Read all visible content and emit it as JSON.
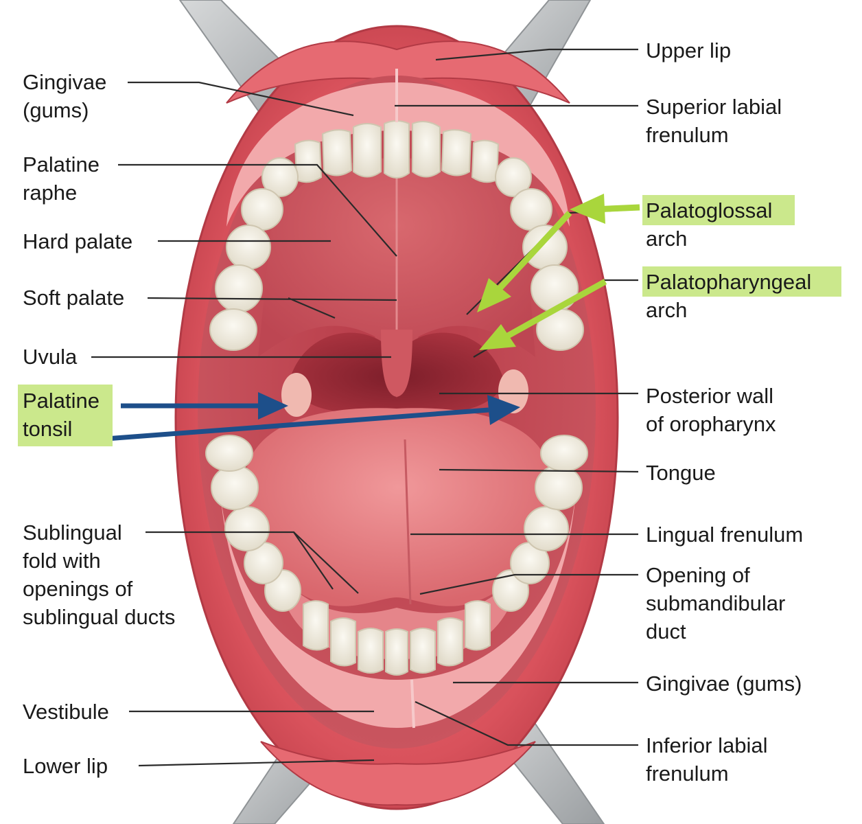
{
  "labels": {
    "gingivae_upper": "Gingivae\n(gums)",
    "palatine_raphe": "Palatine\nraphe",
    "hard_palate": "Hard palate",
    "soft_palate": "Soft palate",
    "uvula": "Uvula",
    "palatine_tonsil": "Palatine\ntonsil",
    "sublingual_fold": "Sublingual\nfold with\nopenings of\nsublingual ducts",
    "vestibule": "Vestibule",
    "lower_lip": "Lower lip",
    "upper_lip": "Upper lip",
    "superior_labial_frenulum": "Superior labial\nfrenulum",
    "palatoglossal_arch": "Palatoglossal\narch",
    "palatopharyngeal_arch": "Palatopharyngeal\narch",
    "posterior_wall": "Posterior wall\nof oropharynx",
    "tongue": "Tongue",
    "lingual_frenulum": "Lingual frenulum",
    "submandibular_duct": "Opening of\nsubmandibular\nduct",
    "gingivae_lower": "Gingivae (gums)",
    "inferior_labial_frenulum": "Inferior labial\nfrenulum"
  },
  "colors": {
    "highlight": "#cbe88c",
    "green_arrow": "#a9d63c",
    "blue_arrow": "#1d4f8a",
    "leader_line": "#2a2a2a",
    "lip": "#d9525c",
    "oral_cavity": "#c24752",
    "tongue": "#e17a7e",
    "teeth": "#f3efe3",
    "retractor": "#b8bbbd"
  }
}
